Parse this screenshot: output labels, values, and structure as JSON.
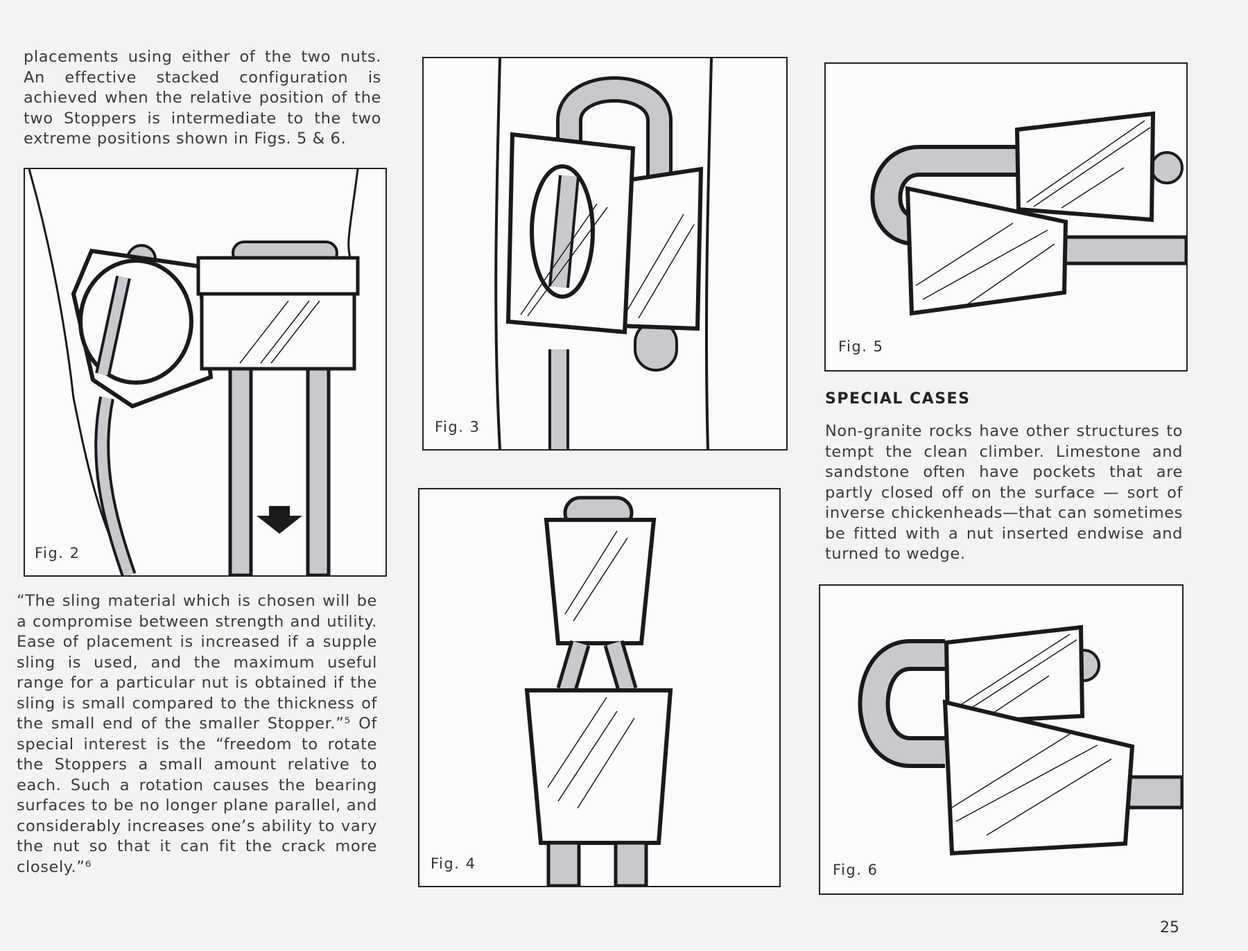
{
  "intro_text": "placements using either of the two nuts. An effective stacked configuration is achieved when the relative position of the two Stoppers is intermediate to the two extreme positions shown in Figs. 5 & 6.",
  "quote_text": "“The sling material which is chosen will be a compromise between strength and utility. Ease of placement is increased if a supple sling is used, and the maximum useful range for a particular nut is obtained if the sling is small compared to the thickness of the small end of the smaller Stopper.”⁵ Of special interest is the “freedom to rotate the Stoppers a small amount relative to each. Such a rotation causes the bearing surfaces to be no longer plane parallel, and considerably increases one’s ability to vary the nut so that it can fit the crack more closely.”⁶",
  "special_cases": {
    "heading": "SPECIAL CASES",
    "body": "Non-granite rocks have other structures to tempt the clean climber. Limestone and sandstone often have pockets that are partly closed off on the surface — sort of inverse chickenheads—that can sometimes be fitted with a nut inserted endwise and turned to wedge."
  },
  "figures": {
    "fig2": "Fig. 2",
    "fig3": "Fig. 3",
    "fig4": "Fig. 4",
    "fig5": "Fig. 5",
    "fig6": "Fig. 6"
  },
  "page_number": "25",
  "colors": {
    "sling": "#c9c9cd",
    "ink": "#1a1a1a",
    "paper": "#fbfbfa"
  }
}
